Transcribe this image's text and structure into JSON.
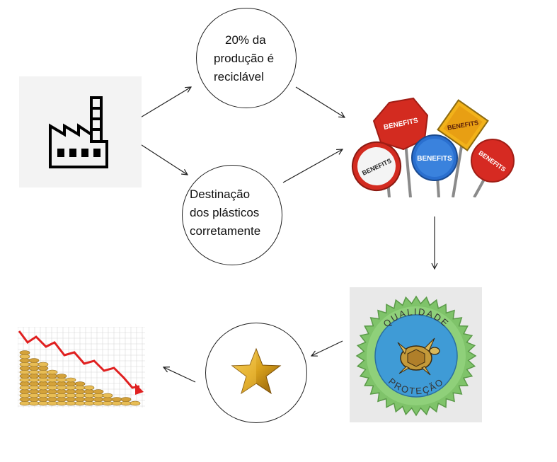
{
  "diagram": {
    "circle_production": {
      "lines": [
        "20% da",
        "produção é",
        "reciclável"
      ]
    },
    "circle_destination": {
      "lines": [
        "Destinação",
        "dos plásticos",
        "corretamente"
      ]
    },
    "benefits_sign_text": "BENEFITS",
    "seal": {
      "top_text": "QUALIDADE",
      "bottom_text": "PROTEÇÃO"
    },
    "icons": {
      "factory": "factory-icon",
      "benefits": "benefits-signs-icon",
      "seal": "quality-seal-icon",
      "star": "gold-star-icon",
      "chart": "declining-coins-chart-icon"
    }
  }
}
